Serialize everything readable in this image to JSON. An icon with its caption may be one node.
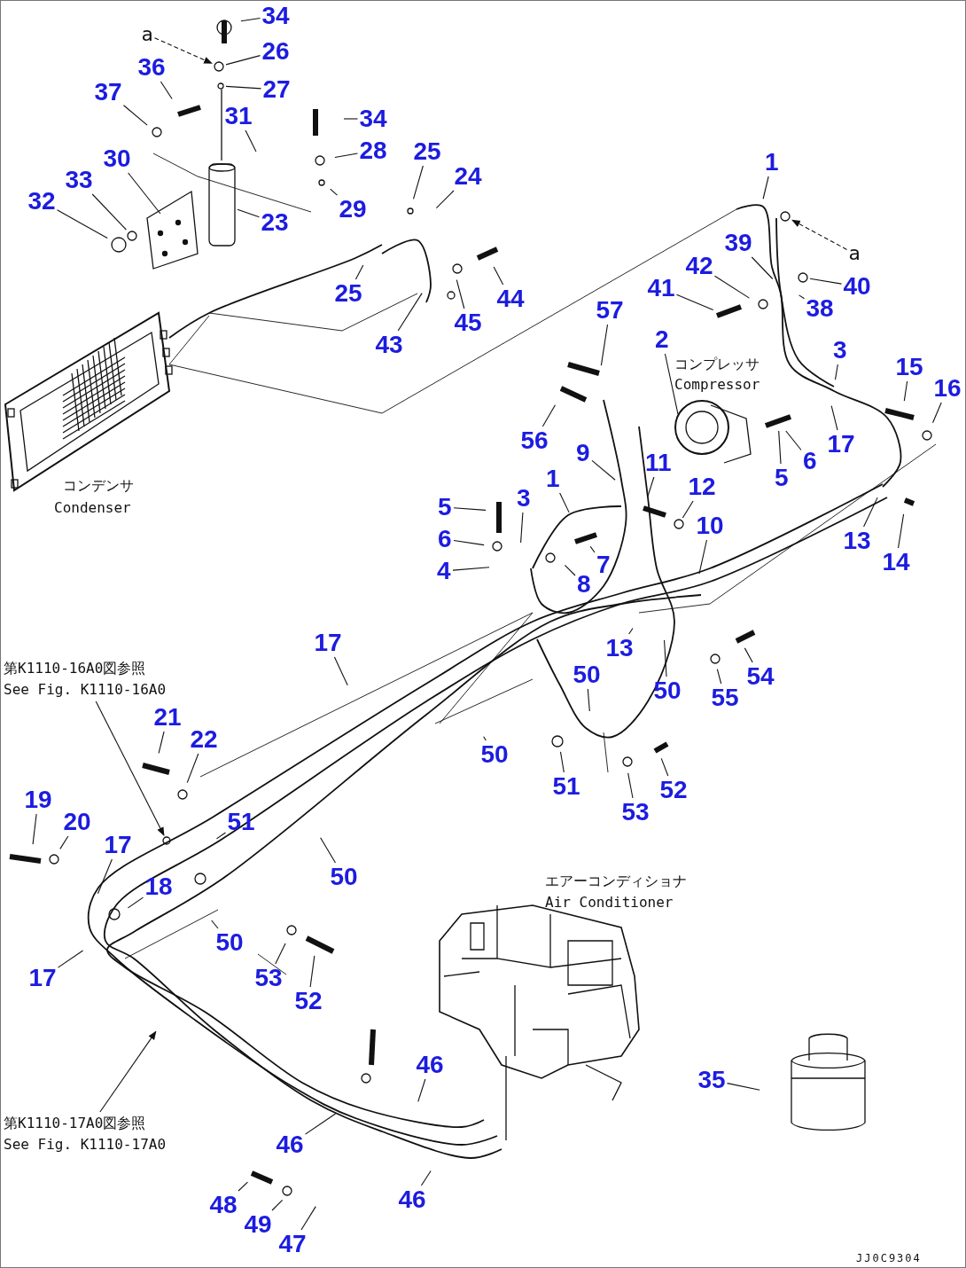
{
  "diagram": {
    "nodes": [
      {
        "text": [
          "a"
        ]
      },
      {
        "text": [
          "34"
        ]
      },
      {
        "text": [
          "26"
        ]
      },
      {
        "text": [
          "36"
        ]
      },
      {
        "text": [
          "27"
        ]
      },
      {
        "text": [
          "37"
        ]
      },
      {
        "text": [
          "31"
        ]
      },
      {
        "text": [
          "34"
        ]
      },
      {
        "text": [
          "28"
        ]
      },
      {
        "text": [
          "25"
        ]
      },
      {
        "text": [
          "30"
        ]
      },
      {
        "text": [
          "33"
        ]
      },
      {
        "text": [
          "24"
        ]
      },
      {
        "text": [
          "32"
        ]
      },
      {
        "text": [
          "29"
        ]
      },
      {
        "text": [
          "23"
        ]
      },
      {
        "text": [
          "1"
        ]
      },
      {
        "text": [
          "39"
        ]
      },
      {
        "text": [
          "a"
        ]
      },
      {
        "text": [
          "42"
        ]
      },
      {
        "text": [
          "41"
        ]
      },
      {
        "text": [
          "40"
        ]
      },
      {
        "text": [
          "25"
        ]
      },
      {
        "text": [
          "44"
        ]
      },
      {
        "text": [
          "38"
        ]
      },
      {
        "text": [
          "57"
        ]
      },
      {
        "text": [
          "45"
        ]
      },
      {
        "text": [
          "43"
        ]
      },
      {
        "text": [
          "2"
        ]
      },
      {
        "text": [
          "3"
        ]
      },
      {
        "text": [
          "15"
        ]
      },
      {
        "text": [
          "16"
        ]
      },
      {
        "text": [
          "56"
        ]
      },
      {
        "text": [
          "17"
        ]
      },
      {
        "text": [
          "9"
        ]
      },
      {
        "text": [
          "11"
        ]
      },
      {
        "text": [
          "5"
        ]
      },
      {
        "text": [
          "6"
        ]
      },
      {
        "text": [
          "1"
        ]
      },
      {
        "text": [
          "12"
        ]
      },
      {
        "text": [
          "5"
        ]
      },
      {
        "text": [
          "3"
        ]
      },
      {
        "text": [
          "10"
        ]
      },
      {
        "text": [
          "6"
        ]
      },
      {
        "text": [
          "13"
        ]
      },
      {
        "text": [
          "7"
        ]
      },
      {
        "text": [
          "14"
        ]
      },
      {
        "text": [
          "4"
        ]
      },
      {
        "text": [
          "8"
        ]
      },
      {
        "text": [
          "17"
        ]
      },
      {
        "text": [
          "第K1110-16A0図参照",
          "See Fig. K1110-16A0"
        ]
      },
      {
        "text": [
          "13"
        ]
      },
      {
        "text": [
          "50"
        ]
      },
      {
        "text": [
          "54"
        ]
      },
      {
        "text": [
          "50"
        ]
      },
      {
        "text": [
          "55"
        ]
      },
      {
        "text": [
          "21"
        ]
      },
      {
        "text": [
          "22"
        ]
      },
      {
        "text": [
          "50"
        ]
      },
      {
        "text": [
          "51"
        ]
      },
      {
        "text": [
          "52"
        ]
      },
      {
        "text": [
          "19"
        ]
      },
      {
        "text": [
          "53"
        ]
      },
      {
        "text": [
          "20"
        ]
      },
      {
        "text": [
          "51"
        ]
      },
      {
        "text": [
          "17"
        ]
      },
      {
        "text": [
          "50"
        ]
      },
      {
        "text": [
          "18"
        ]
      },
      {
        "text": [
          "50"
        ]
      },
      {
        "text": [
          "53"
        ]
      },
      {
        "text": [
          "17"
        ]
      },
      {
        "text": [
          "52"
        ]
      },
      {
        "text": [
          "46"
        ]
      },
      {
        "text": [
          "35"
        ]
      },
      {
        "text": [
          "第K1110-17A0図参照",
          "See Fig. K1110-17A0"
        ]
      },
      {
        "text": [
          "46"
        ]
      },
      {
        "text": [
          "46"
        ]
      },
      {
        "text": [
          "48"
        ]
      },
      {
        "text": [
          "49"
        ]
      },
      {
        "text": [
          "47"
        ]
      },
      {
        "text": [],
        "shape": "circle"
      },
      {
        "text": [],
        "shape": "circle"
      },
      {
        "text": [],
        "shape": "picture"
      },
      {
        "text": [],
        "shape": "circle"
      },
      {
        "text": [],
        "shape": "cylinder"
      },
      {
        "text": [],
        "shape": "circle"
      },
      {
        "text": [],
        "shape": "circle"
      },
      {
        "text": [],
        "shape": "picture"
      },
      {
        "text": [],
        "shape": "bar"
      },
      {
        "text": [],
        "shape": "circle"
      },
      {
        "text": [],
        "shape": "circle"
      }
    ],
    "edges": [
      {
        "from": 0,
        "to": 80,
        "arrow": "to",
        "style": "dashed"
      },
      {
        "from": 1,
        "to": null,
        "arrow": "none"
      },
      {
        "from": 2,
        "to": 80,
        "arrow": "none"
      },
      {
        "from": 3,
        "to": null,
        "arrow": "none"
      },
      {
        "from": 4,
        "to": 81,
        "arrow": "none"
      },
      {
        "from": 5,
        "to": null,
        "arrow": "none"
      },
      {
        "from": 6,
        "to": null,
        "arrow": "none"
      },
      {
        "from": 7,
        "to": null,
        "arrow": "none"
      },
      {
        "from": 8,
        "to": null,
        "arrow": "none"
      },
      {
        "from": 9,
        "to": null,
        "arrow": "none"
      },
      {
        "from": 10,
        "to": 82,
        "arrow": "none"
      },
      {
        "from": 11,
        "to": 83,
        "arrow": "none"
      },
      {
        "from": 12,
        "to": null,
        "arrow": "none"
      },
      {
        "from": 13,
        "to": null,
        "arrow": "none"
      },
      {
        "from": 14,
        "to": null,
        "arrow": "none"
      },
      {
        "from": 15,
        "to": 84,
        "arrow": "none"
      },
      {
        "from": 16,
        "to": null,
        "arrow": "none"
      },
      {
        "from": 17,
        "to": null,
        "arrow": "none"
      },
      {
        "from": 18,
        "to": 85,
        "arrow": "to",
        "style": "dashed"
      },
      {
        "from": 19,
        "to": null,
        "arrow": "none"
      },
      {
        "from": 20,
        "to": null,
        "arrow": "none"
      },
      {
        "from": 21,
        "to": 86,
        "arrow": "none"
      },
      {
        "from": 22,
        "to": null,
        "arrow": "none"
      },
      {
        "from": 23,
        "to": null,
        "arrow": "none"
      },
      {
        "from": 24,
        "to": null,
        "arrow": "none"
      },
      {
        "from": 25,
        "to": null,
        "arrow": "none"
      },
      {
        "from": 26,
        "to": null,
        "arrow": "none"
      },
      {
        "from": 27,
        "to": null,
        "arrow": "none"
      },
      {
        "from": 28,
        "to": 87,
        "arrow": "none"
      },
      {
        "from": 29,
        "to": null,
        "arrow": "none"
      },
      {
        "from": 30,
        "to": null,
        "arrow": "none"
      },
      {
        "from": 31,
        "to": null,
        "arrow": "none"
      },
      {
        "from": 32,
        "to": null,
        "arrow": "none"
      },
      {
        "from": 33,
        "to": null,
        "arrow": "none"
      },
      {
        "from": 34,
        "to": null,
        "arrow": "none"
      },
      {
        "from": 35,
        "to": null,
        "arrow": "none"
      },
      {
        "from": 36,
        "to": 88,
        "arrow": "none"
      },
      {
        "from": 37,
        "to": 88,
        "arrow": "none"
      },
      {
        "from": 38,
        "to": null,
        "arrow": "none"
      },
      {
        "from": 39,
        "to": 89,
        "arrow": "none"
      },
      {
        "from": 40,
        "to": null,
        "arrow": "none"
      },
      {
        "from": 41,
        "to": null,
        "arrow": "none"
      },
      {
        "from": 42,
        "to": null,
        "arrow": "none"
      },
      {
        "from": 43,
        "to": null,
        "arrow": "none"
      },
      {
        "from": 44,
        "to": null,
        "arrow": "none"
      },
      {
        "from": 45,
        "to": null,
        "arrow": "none"
      },
      {
        "from": 46,
        "to": null,
        "arrow": "none"
      },
      {
        "from": 47,
        "to": null,
        "arrow": "none"
      },
      {
        "from": 48,
        "to": null,
        "arrow": "none"
      },
      {
        "from": 49,
        "to": null,
        "arrow": "none"
      },
      {
        "from": 50,
        "to": 90,
        "arrow": "to"
      },
      {
        "from": 51,
        "to": null,
        "arrow": "none"
      },
      {
        "from": 52,
        "to": null,
        "arrow": "none"
      },
      {
        "from": 53,
        "to": null,
        "arrow": "none"
      },
      {
        "from": 54,
        "to": null,
        "arrow": "none"
      },
      {
        "from": 55,
        "to": null,
        "arrow": "none"
      },
      {
        "from": 56,
        "to": null,
        "arrow": "none"
      },
      {
        "from": 57,
        "to": null,
        "arrow": "none"
      },
      {
        "from": 58,
        "to": null,
        "arrow": "none"
      },
      {
        "from": 59,
        "to": null,
        "arrow": "none"
      },
      {
        "from": 60,
        "to": null,
        "arrow": "none"
      },
      {
        "from": 61,
        "to": null,
        "arrow": "none"
      },
      {
        "from": 62,
        "to": null,
        "arrow": "none"
      },
      {
        "from": 63,
        "to": null,
        "arrow": "none"
      },
      {
        "from": 64,
        "to": null,
        "arrow": "none"
      },
      {
        "from": 65,
        "to": null,
        "arrow": "none"
      },
      {
        "from": 66,
        "to": null,
        "arrow": "none"
      },
      {
        "from": 67,
        "to": null,
        "arrow": "none"
      },
      {
        "from": 68,
        "to": null,
        "arrow": "none"
      },
      {
        "from": 69,
        "to": null,
        "arrow": "none"
      },
      {
        "from": 70,
        "to": null,
        "arrow": "none"
      },
      {
        "from": 71,
        "to": null,
        "arrow": "none"
      },
      {
        "from": 72,
        "to": null,
        "arrow": "none"
      },
      {
        "from": 73,
        "to": null,
        "arrow": "none"
      },
      {
        "from": 74,
        "to": null,
        "arrow": "to"
      },
      {
        "from": 75,
        "to": null,
        "arrow": "none"
      },
      {
        "from": 76,
        "to": null,
        "arrow": "none"
      },
      {
        "from": 77,
        "to": null,
        "arrow": "none"
      },
      {
        "from": 78,
        "to": null,
        "arrow": "none"
      },
      {
        "from": 79,
        "to": null,
        "arrow": "none"
      }
    ],
    "labels": [
      "コンプレッサ",
      "Compressor",
      "コンデンサ",
      "Condenser",
      "エアーコンディショナ",
      "Air Conditioner",
      "JJ0C9304"
    ]
  }
}
